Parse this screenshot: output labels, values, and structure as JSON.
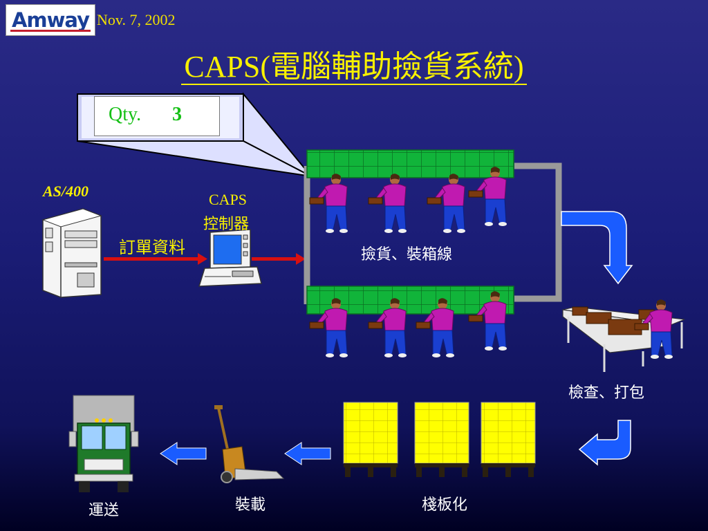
{
  "header": {
    "logo_text": "Amway",
    "date": "Nov. 7, 2002"
  },
  "title": "CAPS(電腦輔助撿貨系統)",
  "qty": {
    "label": "Qty.",
    "value": "3"
  },
  "labels": {
    "as400": "AS/400",
    "order_data": "訂單資料",
    "caps_controller_1": "CAPS",
    "caps_controller_2": "控制器",
    "picking_line": "撿貨、裝箱線",
    "check_pack": "檢查、打包",
    "palletize": "棧板化",
    "loading": "裝載",
    "delivery": "運送"
  },
  "colors": {
    "title": "#f8f000",
    "background": "#1b1d77",
    "rack": "#11b43a",
    "worker_shirt": "#c01ab0",
    "arrow_red": "#d81010",
    "arrow_blue": "#1a5cff",
    "box_yellow": "#ffff00"
  },
  "icons": [
    "server-icon",
    "computer-icon",
    "worker-icon",
    "conveyor-icon",
    "pallet-icon",
    "pallet-jack-icon",
    "truck-icon",
    "arrow-icon"
  ]
}
